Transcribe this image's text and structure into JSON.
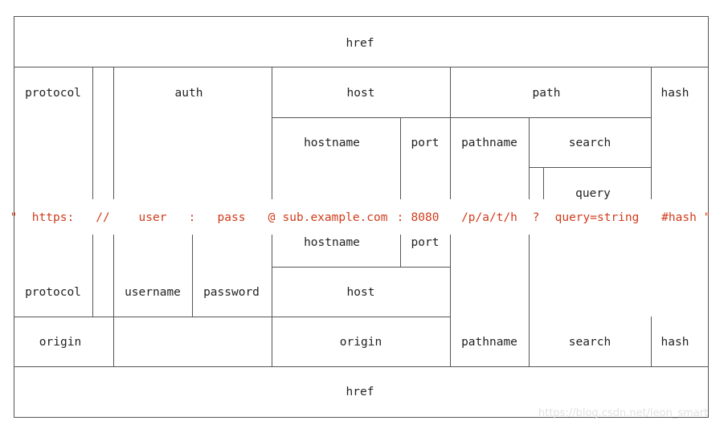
{
  "colors": {
    "line": "#555555",
    "text": "#222222",
    "url": "#d13c1c",
    "watermark": "#e3e3e3"
  },
  "labels": {
    "href_top": "href",
    "protocol": "protocol",
    "auth": "auth",
    "host": "host",
    "path": "path",
    "hash": "hash",
    "hostname": "hostname",
    "port": "port",
    "pathname": "pathname",
    "search": "search",
    "query": "query",
    "hostname_lower": "hostname",
    "port_lower": "port",
    "protocol_lower": "protocol",
    "username": "username",
    "password": "password",
    "host_lower": "host",
    "origin_left": "origin",
    "origin_mid": "origin",
    "pathname_lower": "pathname",
    "search_lower": "search",
    "hash_lower": "hash",
    "href_bottom": "href"
  },
  "url_parts": {
    "open_quote": "\"",
    "protocol": "https:",
    "slashes": "//",
    "user": "user",
    "colon1": ":",
    "pass": "pass",
    "at": "@",
    "hostname": "sub.example.com",
    "colon2": ":",
    "port": "8080",
    "pathname": "/p/a/t/h",
    "qmark": "?",
    "query": "query=string",
    "hash": "#hash",
    "close_quote": "\""
  },
  "watermark": "https://blog.csdn.net/leon_smart"
}
